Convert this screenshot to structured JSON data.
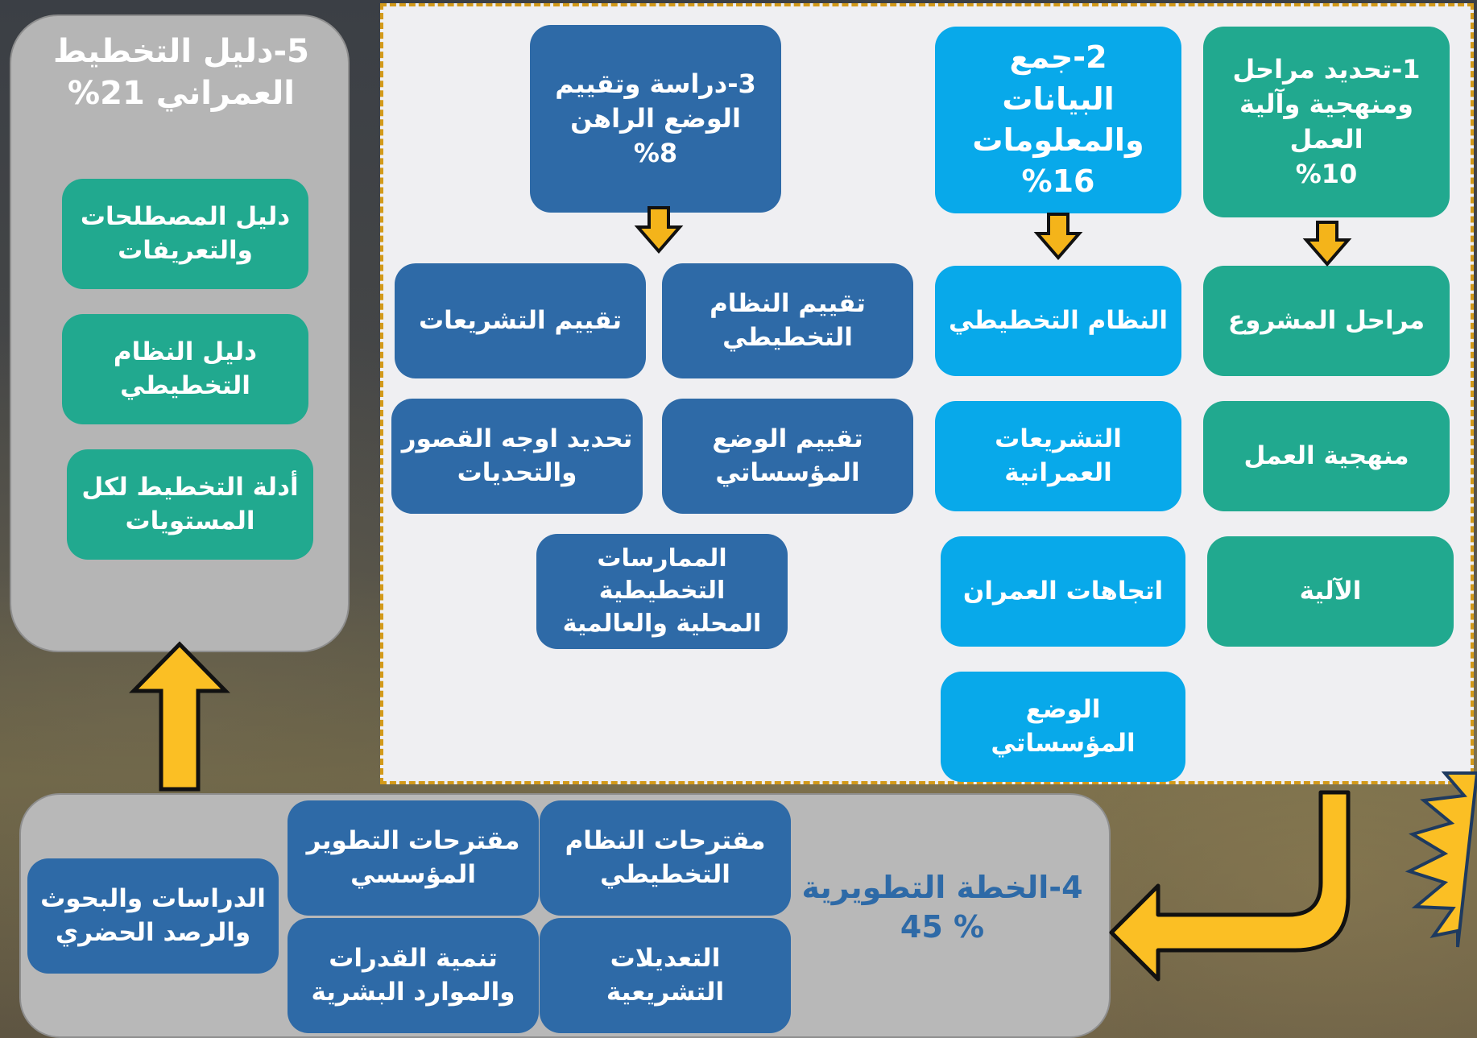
{
  "step1": {
    "header": "1-تحديد مراحل\nومنهجية وآلية\nالعمل\n%10",
    "items": [
      "مراحل المشروع",
      "منهجية العمل",
      "الآلية"
    ]
  },
  "step2": {
    "header": "2-جمع\nالبيانات\nوالمعلومات\n%16",
    "items": [
      "النظام التخطيطي",
      "التشريعات\nالعمرانية",
      "اتجاهات العمران",
      "الوضع\nالمؤسساتي"
    ]
  },
  "step3": {
    "header": "3-دراسة وتقييم\nالوضع الراهن\n%8",
    "items": [
      "تقييم النظام\nالتخطيطي",
      "تقييم التشريعات",
      "تقييم الوضع\nالمؤسساتي",
      "تحديد اوجه القصور\nوالتحديات",
      "الممارسات\nالتخطيطية\nالمحلية والعالمية"
    ]
  },
  "step4": {
    "header": "4-الخطة التطويرية\n% 45",
    "items": [
      "مقترحات النظام\nالتخطيطي",
      "مقترحات التطوير\nالمؤسسي",
      "التعديلات\nالتشريعية",
      "تنمية القدرات\nوالموارد البشرية",
      "الدراسات والبحوث\nوالرصد الحضري"
    ]
  },
  "step5": {
    "header": "5-دليل التخطيط\nالعمراني 21%",
    "items": [
      "دليل المصطلحات\nوالتعريفات",
      "دليل النظام\nالتخطيطي",
      "أدلة التخطيط لكل\nالمستويات"
    ]
  },
  "colors": {
    "teal": "#21a98f",
    "cyan": "#08a9ea",
    "blue": "#2e6aa7",
    "arrow": "#fbbf24",
    "dash": "#d39a1a"
  }
}
